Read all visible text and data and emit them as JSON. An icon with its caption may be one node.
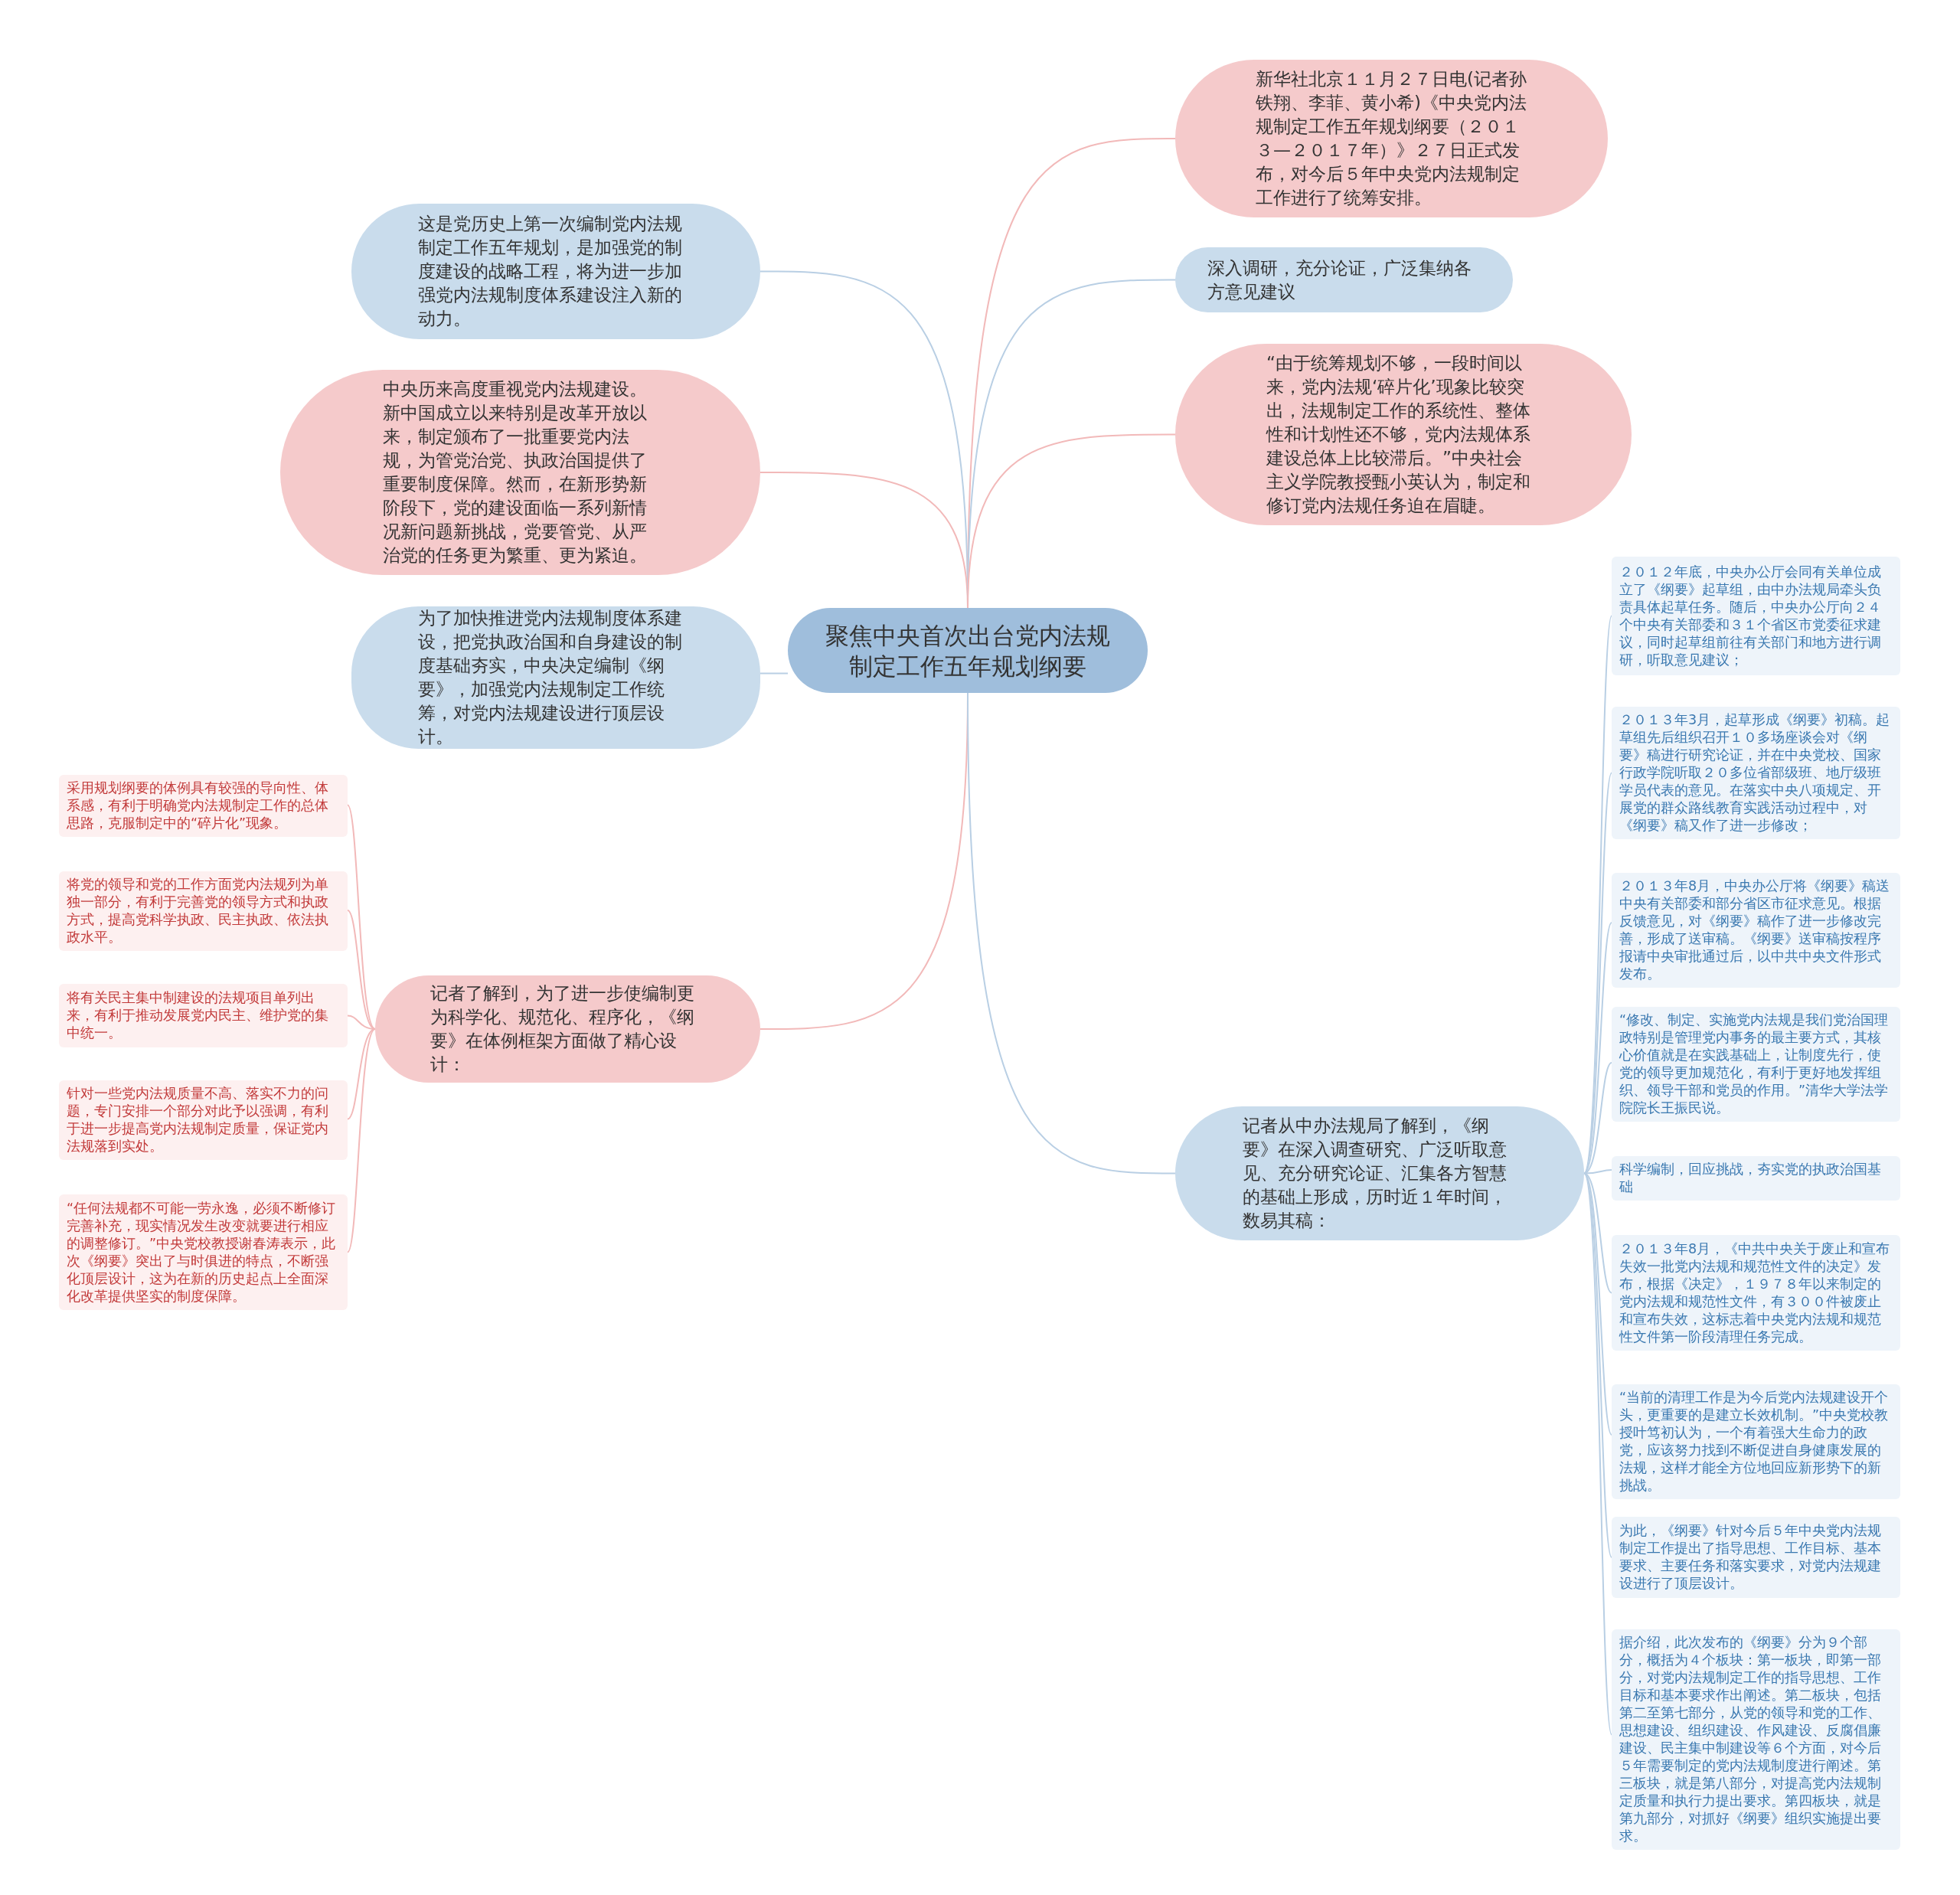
{
  "diagram": {
    "nodes": [
      {
        "text": [
          "聚焦中央首次出台党内法规制定工作五年规划纲要"
        ]
      },
      {
        "text": [
          "这是党历史上第一次编制党内法规制定工作五年规划，是加强党的制度建设的战略工程，将为进一步加强党内法规制度体系建设注入新的动力。"
        ]
      },
      {
        "text": [
          "中央历来高度重视党内法规建设。新中国成立以来特别是改革开放以来，制定颁布了一批重要党内法规，为管党治党、执政治国提供了重要制度保障。然而，在新形势新阶段下，党的建设面临一系列新情况新问题新挑战，党要管党、从严治党的任务更为繁重、更为紧迫。"
        ]
      },
      {
        "text": [
          "为了加快推进党内法规制度体系建设，把党执政治国和自身建设的制度基础夯实，中央决定编制《纲要》，加强党内法规制定工作统筹，对党内法规建设进行顶层设计。"
        ]
      },
      {
        "text": [
          "记者了解到，为了进一步使编制更为科学化、规范化、程序化，《纲要》在体例框架方面做了精心设计："
        ]
      },
      {
        "text": [
          "新华社北京１１月２７日电(记者孙铁翔、李菲、黄小希)《中央党内法规制定工作五年规划纲要（２０１３—２０１７年）》２７日正式发布，对今后５年中央党内法规制定工作进行了统筹安排。"
        ]
      },
      {
        "text": [
          "深入调研，充分论证，广泛集纳各方意见建议"
        ]
      },
      {
        "text": [
          "“由于统筹规划不够，一段时间以来，党内法规‘碎片化’现象比较突出，法规制定工作的系统性、整体性和计划性还不够，党内法规体系建设总体上比较滞后。”中央社会主义学院教授甄小英认为，制定和修订党内法规任务迫在眉睫。"
        ]
      },
      {
        "text": [
          "记者从中办法规局了解到，《纲要》在深入调查研究、广泛听取意见、充分研究论证、汇集各方智慧的基础上形成，历时近１年时间，数易其稿："
        ]
      },
      {
        "text": [
          "采用规划纲要的体例具有较强的导向性、体系感，有利于明确党内法规制定工作的总体思路，克服制定中的“碎片化”现象。"
        ]
      },
      {
        "text": [
          "将党的领导和党的工作方面党内法规列为单独一部分，有利于完善党的领导方式和执政方式，提高党科学执政、民主执政、依法执政水平。"
        ]
      },
      {
        "text": [
          "将有关民主集中制建设的法规项目单列出来，有利于推动发展党内民主、维护党的集中统一。"
        ]
      },
      {
        "text": [
          "针对一些党内法规质量不高、落实不力的问题，专门安排一个部分对此予以强调，有利于进一步提高党内法规制定质量，保证党内法规落到实处。"
        ]
      },
      {
        "text": [
          "“任何法规都不可能一劳永逸，必须不断修订完善补充，现实情况发生改变就要进行相应的调整修订。”中央党校教授谢春涛表示，此次《纲要》突出了与时俱进的特点，不断强化顶层设计，这为在新的历史起点上全面深化改革提供坚实的制度保障。"
        ]
      },
      {
        "text": [
          "２０１２年底，中央办公厅会同有关单位成立了《纲要》起草组，由中办法规局牵头负责具体起草任务。随后，中央办公厅向２４个中央有关部委和３１个省区市党委征求建议，同时起草组前往有关部门和地方进行调研，听取意见建议；"
        ]
      },
      {
        "text": [
          "２０１３年3月，起草形成《纲要》初稿。起草组先后组织召开１０多场座谈会对《纲要》稿进行研究论证，并在中央党校、国家行政学院听取２０多位省部级班、地厅级班学员代表的意见。在落实中央八项规定、开展党的群众路线教育实践活动过程中，对《纲要》稿又作了进一步修改；"
        ]
      },
      {
        "text": [
          "２０１３年8月，中央办公厅将《纲要》稿送中央有关部委和部分省区市征求意见。根据反馈意见，对《纲要》稿作了进一步修改完善，形成了送审稿。《纲要》送审稿按程序报请中央审批通过后，以中共中央文件形式发布。"
        ]
      },
      {
        "text": [
          "“修改、制定、实施党内法规是我们党治国理政特别是管理党内事务的最主要方式，其核心价值就是在实践基础上，让制度先行，使党的领导更加规范化，有利于更好地发挥组织、领导干部和党员的作用。”清华大学法学院院长王振民说。"
        ]
      },
      {
        "text": [
          "科学编制，回应挑战，夯实党的执政治国基础"
        ]
      },
      {
        "text": [
          "２０１３年8月，《中共中央关于废止和宣布失效一批党内法规和规范性文件的决定》发布，根据《决定》，１９７８年以来制定的党内法规和规范性文件，有３００件被废止和宣布失效，这标志着中央党内法规和规范性文件第一阶段清理任务完成。"
        ]
      },
      {
        "text": [
          "“当前的清理工作是为今后党内法规建设开个头，更重要的是建立长效机制。”中央党校教授叶笃初认为，一个有着强大生命力的政党，应该努力找到不断促进自身健康发展的法规，这样才能全方位地回应新形势下的新挑战。"
        ]
      },
      {
        "text": [
          "为此，《纲要》针对今后５年中央党内法规制定工作提出了指导思想、工作目标、基本要求、主要任务和落实要求，对党内法规建设进行了顶层设计。"
        ]
      },
      {
        "text": [
          "据介绍，此次发布的《纲要》分为９个部分，概括为４个板块：第一板块，即第一部分，对党内法规制定工作的指导思想、工作目标和基本要求作出阐述。第二板块，包括第二至第七部分，从党的领导和党的工作、思想建设、组织建设、作风建设、反腐倡廉建设、民主集中制建设等６个方面，对今后５年需要制定的党内法规制度进行阐述。第三板块，就是第八部分，对提高党内法规制定质量和执行力提出要求。第四板块，就是第九部分，对抓好《纲要》组织实施提出要求。"
        ]
      }
    ],
    "edges": [
      {
        "from": 0,
        "to": 1,
        "arrow": "none"
      },
      {
        "from": 0,
        "to": 2,
        "arrow": "none",
        "color": "#f2b9b9"
      },
      {
        "from": 0,
        "to": 3,
        "arrow": "none"
      },
      {
        "from": 0,
        "to": 4,
        "arrow": "none",
        "color": "#f2b9b9"
      },
      {
        "from": 0,
        "to": 5,
        "arrow": "none",
        "color": "#f2b9b9"
      },
      {
        "from": 0,
        "to": 6,
        "arrow": "none"
      },
      {
        "from": 0,
        "to": 7,
        "arrow": "none",
        "color": "#f2b9b9"
      },
      {
        "from": 0,
        "to": 8,
        "arrow": "none"
      },
      {
        "from": 4,
        "to": 9,
        "arrow": "none",
        "color": "#f2b9b9"
      },
      {
        "from": 4,
        "to": 10,
        "arrow": "none",
        "color": "#f2b9b9"
      },
      {
        "from": 4,
        "to": 11,
        "arrow": "none",
        "color": "#f2b9b9"
      },
      {
        "from": 4,
        "to": 12,
        "arrow": "none",
        "color": "#f2b9b9"
      },
      {
        "from": 4,
        "to": 13,
        "arrow": "none",
        "color": "#f2b9b9"
      },
      {
        "from": 8,
        "to": 14,
        "arrow": "none"
      },
      {
        "from": 8,
        "to": 15,
        "arrow": "none"
      },
      {
        "from": 8,
        "to": 16,
        "arrow": "none"
      },
      {
        "from": 8,
        "to": 17,
        "arrow": "none"
      },
      {
        "from": 8,
        "to": 18,
        "arrow": "none"
      },
      {
        "from": 8,
        "to": 19,
        "arrow": "none"
      },
      {
        "from": 8,
        "to": 20,
        "arrow": "none"
      },
      {
        "from": 8,
        "to": 21,
        "arrow": "none"
      },
      {
        "from": 8,
        "to": 22,
        "arrow": "none"
      }
    ]
  }
}
